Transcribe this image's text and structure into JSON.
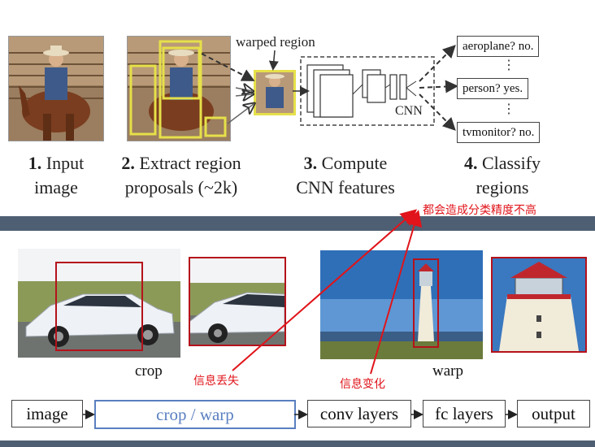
{
  "top_pipeline": {
    "warped_region_label": "warped region",
    "cnn_label": "CNN",
    "outputs": [
      "aeroplane? no.",
      "person? yes.",
      "tvmonitor? no."
    ],
    "ellipsis": "⋮",
    "steps": [
      {
        "num": "1.",
        "text1": "Input",
        "text2": "image"
      },
      {
        "num": "2.",
        "text1": "Extract region",
        "text2": "proposals (~2k)"
      },
      {
        "num": "3.",
        "text1": "Compute",
        "text2": "CNN features"
      },
      {
        "num": "4.",
        "text1": "Classify",
        "text2": "regions"
      }
    ]
  },
  "annotations": {
    "top": "都会造成分类精度不高",
    "left": "信息丢失",
    "middle": "信息变化"
  },
  "examples": {
    "crop_label": "crop",
    "warp_label": "warp"
  },
  "bottom_pipeline": [
    "image",
    "crop / warp",
    "conv layers",
    "fc layers",
    "output"
  ],
  "colors": {
    "separator": "#4f5f73",
    "annotation": "#e0141a",
    "frame": "#b5121b",
    "highlight": "#5a7fc0",
    "proposal_box": "#e6e04a"
  }
}
